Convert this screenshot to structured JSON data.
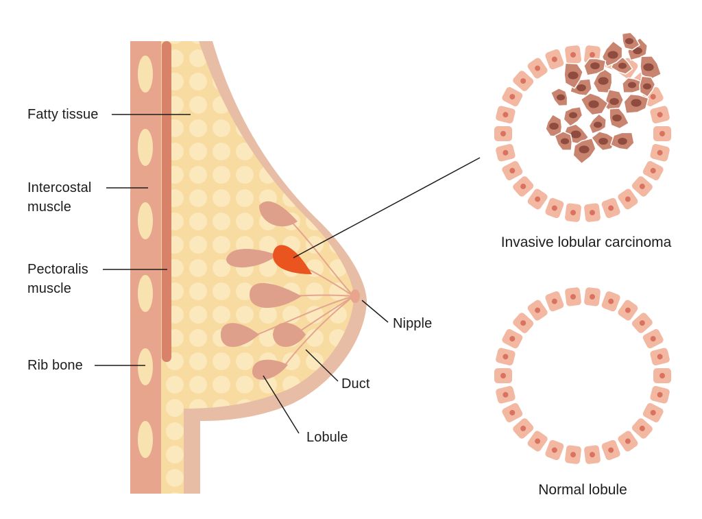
{
  "labels": {
    "fatty_tissue": "Fatty tissue",
    "intercostal_muscle": [
      "Intercostal",
      "muscle"
    ],
    "pectoralis_muscle": [
      "Pectoralis",
      "muscle"
    ],
    "rib_bone": "Rib bone",
    "nipple": "Nipple",
    "duct": "Duct",
    "lobule": "Lobule"
  },
  "captions": {
    "invasive": "Invasive lobular carcinoma",
    "normal": "Normal lobule"
  },
  "colors": {
    "rib_band": "#e8a58e",
    "rib_bone": "#f8e2b0",
    "muscle": "#d9826a",
    "fat": "#f8dba0",
    "fat_cell": "#fbe8bd",
    "skin": "#e8bda6",
    "lobule": "#dfa08b",
    "tumor": "#e9541f",
    "cell": "#f3b8a2",
    "cell_nucleus": "#d9735f",
    "cancer_cell": "#c98470",
    "cancer_nucleus": "#8f4c3e",
    "leader_line": "#1c1c1c"
  }
}
